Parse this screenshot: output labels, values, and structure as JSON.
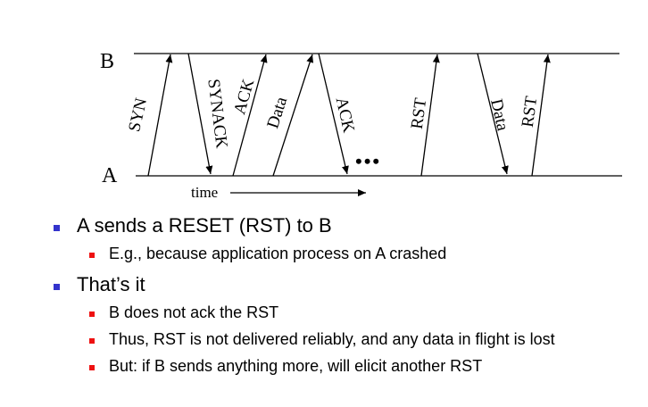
{
  "diagram": {
    "host_b": "B",
    "host_a": "A",
    "time_label": "time",
    "messages": [
      {
        "label": "SYN",
        "direction": "A-to-B"
      },
      {
        "label": "SYNACK",
        "direction": "B-to-A"
      },
      {
        "label": "ACK",
        "direction": "A-to-B"
      },
      {
        "label": "Data",
        "direction": "A-to-B"
      },
      {
        "label": "ACK",
        "direction": "B-to-A"
      },
      {
        "label": "RST",
        "direction": "A-to-B"
      },
      {
        "label": "Data",
        "direction": "B-to-A"
      },
      {
        "label": "RST",
        "direction": "A-to-B"
      }
    ],
    "ellipsis": "•••"
  },
  "bullets": {
    "item1": "A sends a RESET (RST) to B",
    "item1_sub1": "E.g., because application process on A crashed",
    "item2": "That’s it",
    "item2_sub1": "B does not ack the RST",
    "item2_sub2": "Thus, RST is not delivered reliably, and any data in flight is lost",
    "item2_sub3": "But: if B sends anything more, will elicit another RST"
  },
  "colors": {
    "bullet_level1": "#3333cc",
    "bullet_level2": "#ee1111"
  }
}
